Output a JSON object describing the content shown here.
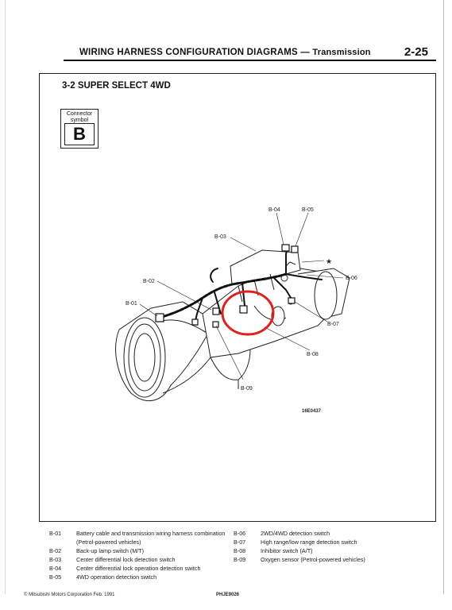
{
  "header": {
    "title": "WIRING HARNESS CONFIGURATION DIAGRAMS",
    "dash": "—",
    "subtitle": "Transmission",
    "page_number": "2-25"
  },
  "section": {
    "title": "3-2  SUPER SELECT 4WD"
  },
  "connector": {
    "label": "Connector symbol",
    "symbol": "B"
  },
  "diagram": {
    "callouts": [
      "B-01",
      "B-02",
      "B-03",
      "B-04",
      "B-05",
      "B-06",
      "B-07",
      "B-08",
      "B-09"
    ],
    "star": "★",
    "figure_code": "16E0437",
    "highlight_color": "#e02020"
  },
  "legend": {
    "left": [
      {
        "code": "B-01",
        "desc": "Battery cable and transmission wiring harness combination (Petrol-powered vehicles)"
      },
      {
        "code": "B-02",
        "desc": "Back-up lamp switch (M/T)"
      },
      {
        "code": "B-03",
        "desc": "Center differential lock detection switch"
      },
      {
        "code": "B-04",
        "desc": "Center differential lock operation detection switch"
      },
      {
        "code": "B-05",
        "desc": "4WD operation detection switch"
      }
    ],
    "right": [
      {
        "code": "B-06",
        "desc": "2WD/4WD detection switch"
      },
      {
        "code": "B-07",
        "desc": "High range/low range detection switch"
      },
      {
        "code": "B-08",
        "desc": "Inhibitor switch (A/T)"
      },
      {
        "code": "B-09",
        "desc": "Oxygen sensor (Petrol-powered vehicles)"
      }
    ]
  },
  "footer": {
    "copyright": "© Mitsubishi Motors Corporation   Feb. 1991",
    "code": "PHJE9026"
  }
}
